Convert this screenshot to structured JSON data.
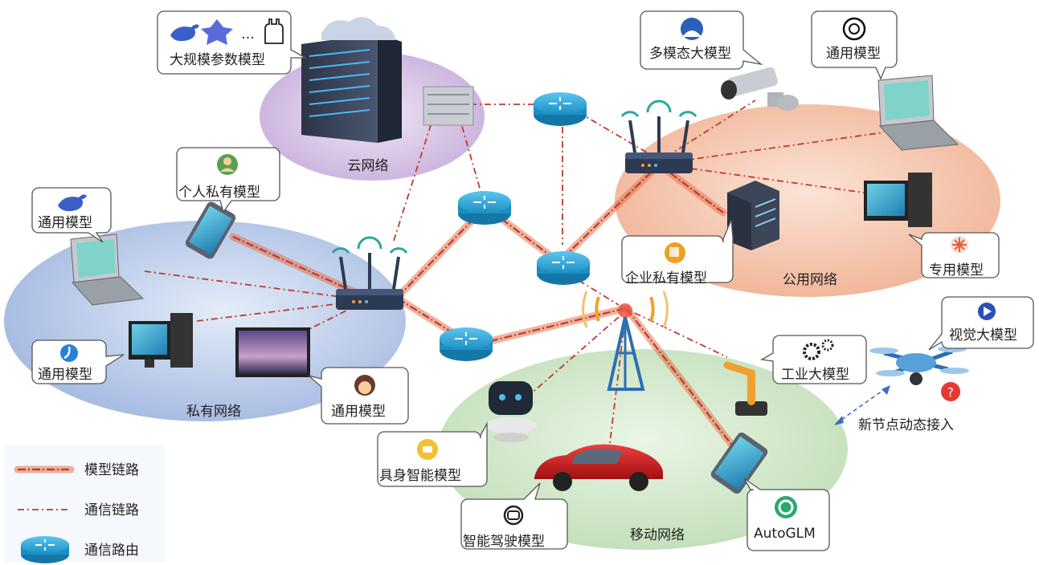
{
  "zones": {
    "cloud": "云网络",
    "private": "私有网络",
    "public": "公用网络",
    "mobile": "移动网络"
  },
  "callouts": {
    "cloud_models": "大规模参数模型",
    "cloud_ellipsis": "…",
    "multimodal": "多模态大模型",
    "general_public": "通用模型",
    "personal": "个人私有模型",
    "general_laptop": "通用模型",
    "general_desktop": "通用模型",
    "general_tv": "通用模型",
    "enterprise": "企业私有模型",
    "special": "专用模型",
    "industrial": "工业大模型",
    "vision": "视觉大模型",
    "embodied": "具身智能模型",
    "autodrive": "智能驾驶模型",
    "autoglm": "AutoGLM"
  },
  "dynamic_join": "新节点动态接入",
  "legend": {
    "model_link": "模型链路",
    "comm_link": "通信链路",
    "router": "通信路由"
  },
  "colors": {
    "cloud_zone": "#d9c8e6",
    "private_zone": "#b8c9e8",
    "public_zone": "#f5c6ad",
    "mobile_zone": "#cfe6c8",
    "model_link": "#e5734a",
    "comm_link": "#c0392b",
    "router": "#2aa6d6"
  },
  "icons": {
    "cloud_models": [
      "whale-logo-icon",
      "star-logo-icon",
      "alpaca-icon"
    ],
    "multimodal": "blue-circle-logo-icon",
    "general_public": "openai-knot-icon",
    "personal": "avatar-icon",
    "general_laptop": "whale-logo-icon",
    "general_desktop": "blue-swirl-icon",
    "general_tv": "girl-avatar-icon",
    "enterprise": "folder-person-icon",
    "special": "starburst-icon",
    "industrial": "gears-icon",
    "vision": "play-icon",
    "embodied": "robot-icon",
    "autodrive": "steering-icon",
    "autoglm": "glm-ring-icon",
    "drone_badge": "question-icon"
  }
}
